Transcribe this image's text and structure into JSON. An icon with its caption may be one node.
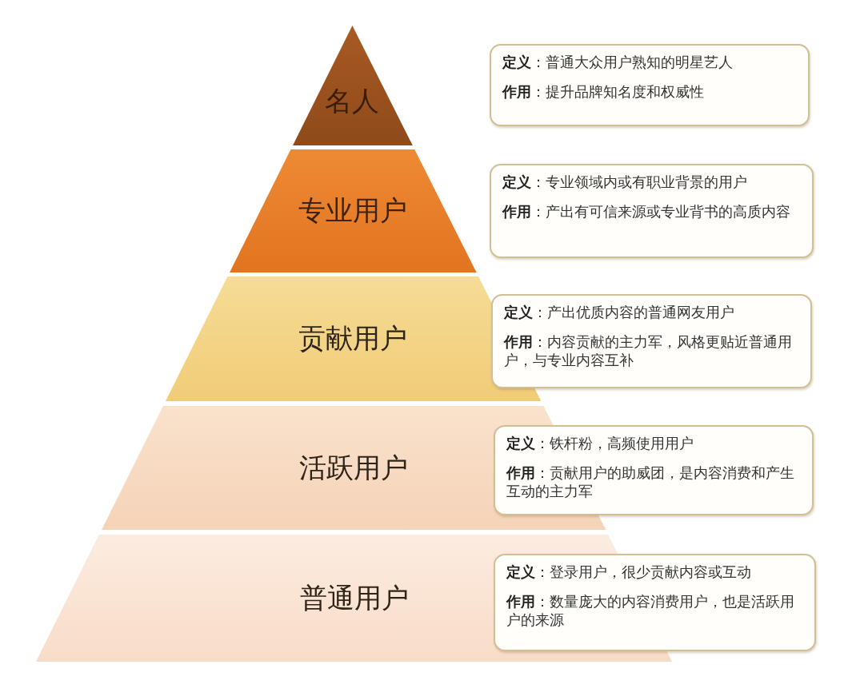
{
  "diagram": {
    "nodes": [
      {
        "text": [
          "名人"
        ]
      },
      {
        "text": [
          "**定义**：普通大众用户熟知的明星艺人",
          "**作用**：提升品牌知名度和权威性"
        ]
      },
      {
        "text": [
          "专业用户"
        ]
      },
      {
        "text": [
          "**定义**：专业领域内或有职业背景的用户",
          "**作用**：产出有可信来源或专业背书的高质内容"
        ]
      },
      {
        "text": [
          "贡献用户"
        ]
      },
      {
        "text": [
          "**定义**：产出优质内容的普通网友用户",
          "**作用**：内容贡献的主力军，风格更贴近普通用户，与专业内容互补"
        ]
      },
      {
        "text": [
          "活跃用户"
        ]
      },
      {
        "text": [
          "**定义**：铁杆粉，高频使用用户",
          "**作用**：贡献用户的助威团，是内容消费和产生互动的主力军"
        ]
      },
      {
        "text": [
          "普通用户"
        ]
      },
      {
        "text": [
          "**定义**：登录用户，很少贡献内容或互动",
          "**作用**：数量庞大的内容消费用户，也是活跃用户的来源"
        ]
      }
    ],
    "edges": []
  }
}
